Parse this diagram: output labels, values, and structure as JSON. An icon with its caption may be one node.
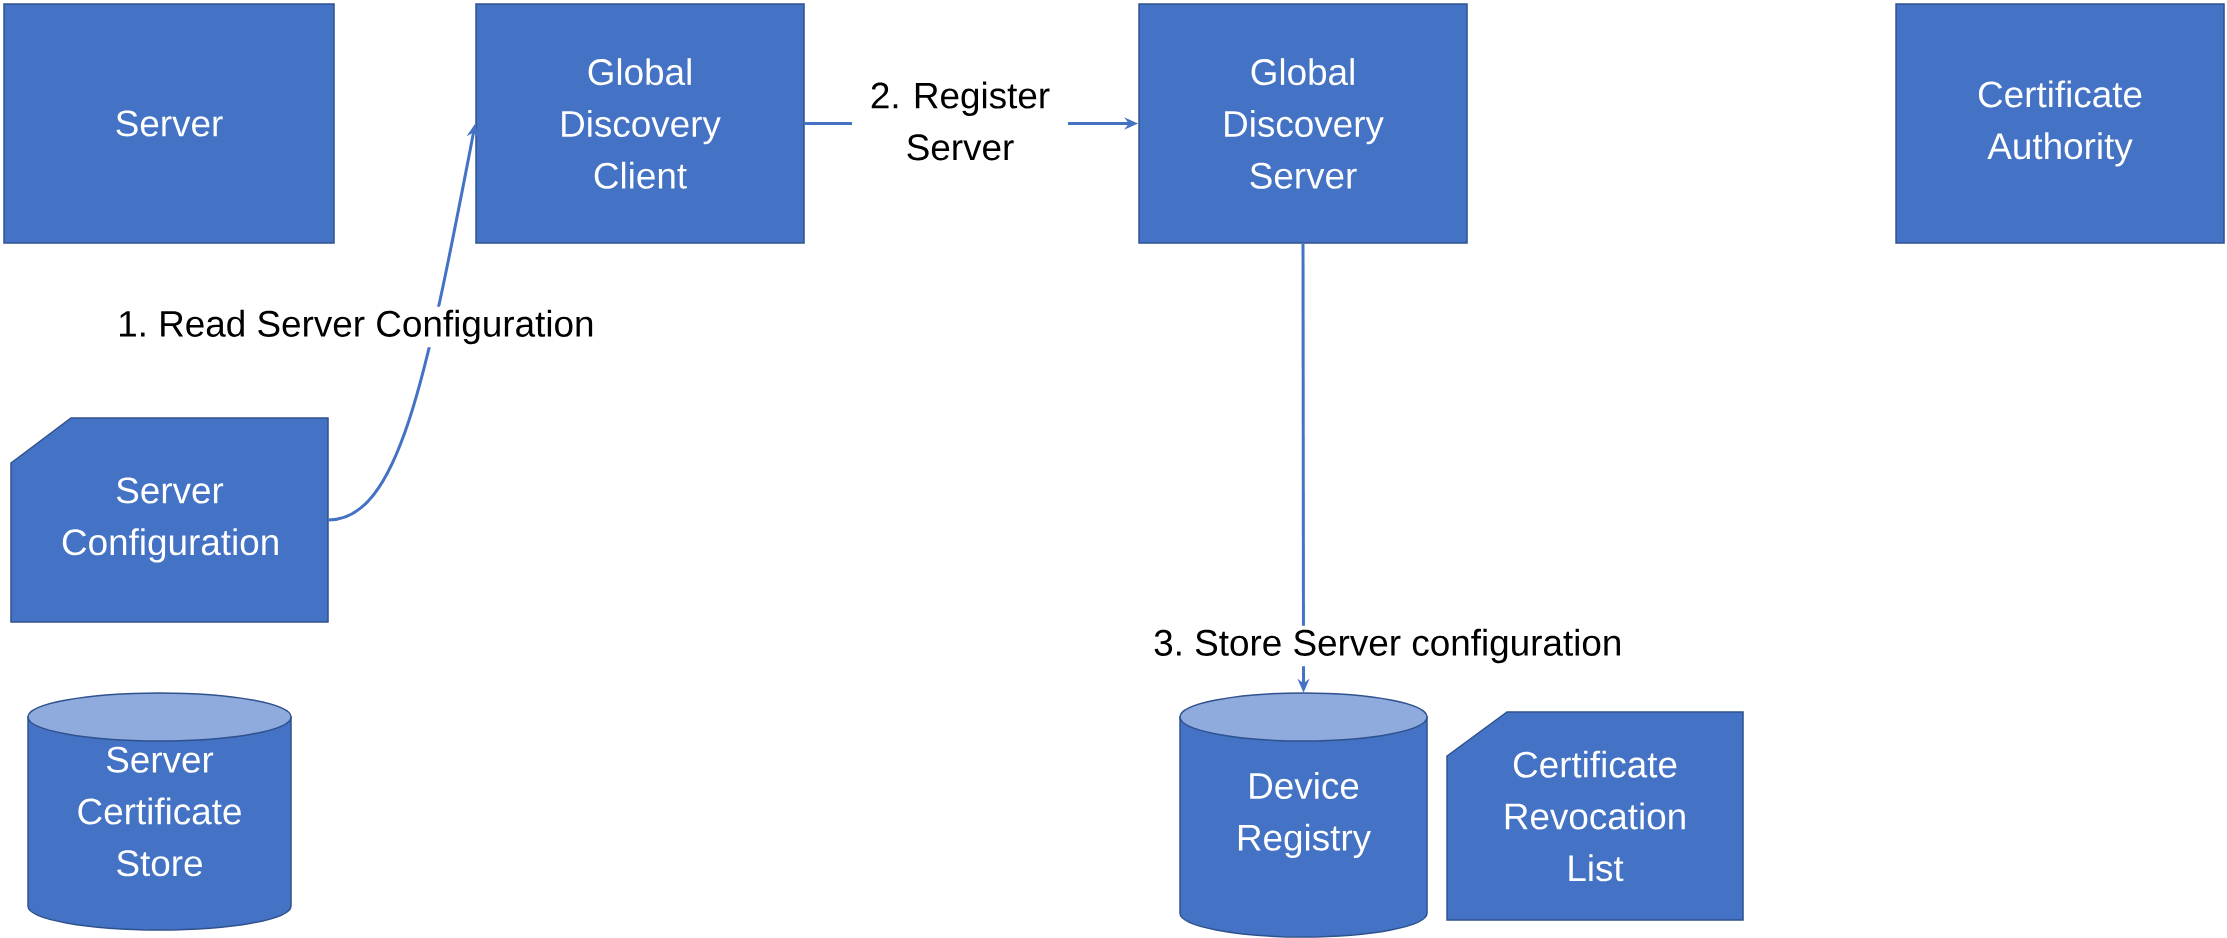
{
  "diagram": {
    "nodes": [
      {
        "text": [
          "Server"
        ]
      },
      {
        "text": [
          "Global Discovery Client"
        ]
      },
      {
        "text": [
          "Global Discovery Server"
        ]
      },
      {
        "text": [
          "Certificate Authority"
        ]
      },
      {
        "text": [
          "Server Configuration"
        ]
      },
      {
        "text": [
          "Server Certificate Store"
        ]
      },
      {
        "text": [
          "Device Registry"
        ]
      },
      {
        "text": [
          "Certificate Revocation List"
        ]
      }
    ],
    "edges": [
      {
        "from": 4,
        "to": 1,
        "arrow": "to",
        "label": "1. Read Server Configuration"
      },
      {
        "from": 1,
        "to": 2,
        "arrow": "to",
        "label": "2. Register Server"
      },
      {
        "from": 2,
        "to": 6,
        "arrow": "to",
        "label": "3. Store Server configuration"
      }
    ]
  }
}
